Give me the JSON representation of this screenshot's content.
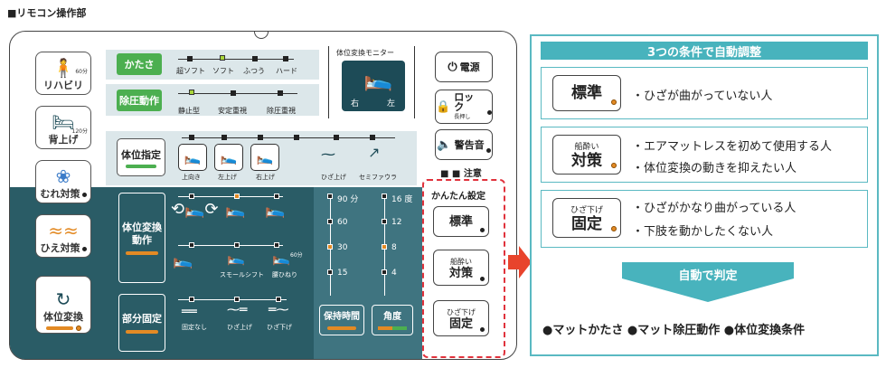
{
  "caption": "■リモコン操作部",
  "left_buttons": [
    {
      "label": "リハビリ",
      "sub": "60分",
      "icon": "rehab-icon"
    },
    {
      "label": "背上げ",
      "sub": "120分",
      "icon": "backrest-icon"
    },
    {
      "label": "むれ対策",
      "sub": "",
      "icon": "fan-icon"
    },
    {
      "label": "ひえ対策",
      "sub": "",
      "icon": "heater-icon"
    },
    {
      "label": "体位変換",
      "sub": "",
      "icon": "position-change-icon"
    }
  ],
  "hardness": {
    "label": "かたさ",
    "options": [
      "超ソフト",
      "ソフト",
      "ふつう",
      "ハード"
    ]
  },
  "pressure": {
    "label": "除圧動作",
    "options": [
      "静止型",
      "安定重視",
      "除圧重視"
    ]
  },
  "monitor": {
    "title": "体位変換モニター",
    "right": "右",
    "left": "左"
  },
  "right_buttons": {
    "power": "電源",
    "lock": "ロック",
    "lock_sub": "長押し",
    "alarm": "警告音",
    "caution": "■ ■ 注意"
  },
  "position": {
    "label": "体位指定",
    "options": [
      "上向き",
      "左上げ",
      "右上げ",
      "ひざ上げ",
      "セミファウラ"
    ]
  },
  "change": {
    "label": "体位変換動作",
    "options_row2": [
      "スモールシフト",
      "腰ひねり"
    ],
    "sub60": "60分"
  },
  "partial": {
    "label": "部分固定",
    "options": [
      "固定なし",
      "ひざ上げ",
      "ひざ下げ"
    ]
  },
  "hold_time": {
    "label": "保持時間",
    "values": [
      "90 分",
      "60",
      "30",
      "15"
    ]
  },
  "angle": {
    "label": "角度",
    "values": [
      "16 度",
      "12",
      "8",
      "4"
    ]
  },
  "easy": {
    "title": "かんたん設定",
    "b1": "標準",
    "b2_top": "船酔い",
    "b2_bottom": "対策",
    "b3_top": "ひざ下げ",
    "b3_bottom": "固定"
  },
  "right_panel": {
    "title": "3つの条件で自動調整",
    "mode1": {
      "label": "標準",
      "desc": [
        "・ひざが曲がっていない人"
      ]
    },
    "mode2": {
      "top": "船酔い",
      "bottom": "対策",
      "desc": [
        "・エアマットレスを初めて使用する人",
        "・体位変換の動きを抑えたい人"
      ]
    },
    "mode3": {
      "top": "ひざ下げ",
      "bottom": "固定",
      "desc": [
        "・ひざがかなり曲がっている人",
        "・下肢を動かしたくない人"
      ]
    },
    "judge": "自動で判定",
    "bottom": "●マットかたさ ●マット除圧動作 ●体位変換条件"
  },
  "colors": {
    "teal_dark": "#2a5c66",
    "green": "#4caf50",
    "orange": "#e38a24",
    "accent": "#48b3bd",
    "red": "#e0323c"
  }
}
